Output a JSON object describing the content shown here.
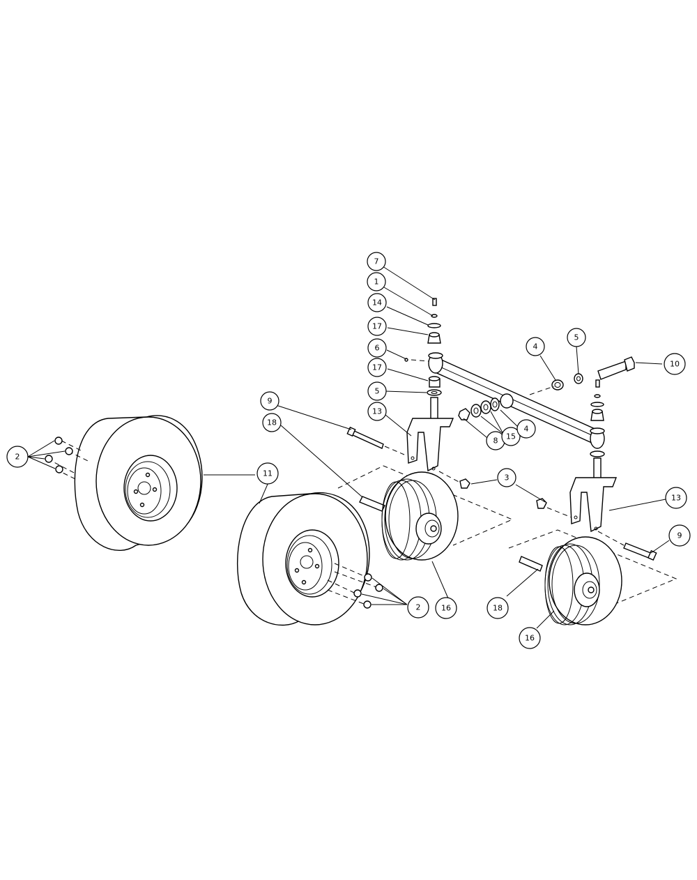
{
  "callouts": [
    {
      "id": "c7",
      "label": "7"
    },
    {
      "id": "c1",
      "label": "1"
    },
    {
      "id": "c14",
      "label": "14"
    },
    {
      "id": "c17a",
      "label": "17"
    },
    {
      "id": "c6",
      "label": "6"
    },
    {
      "id": "c17b",
      "label": "17"
    },
    {
      "id": "c5a",
      "label": "5"
    },
    {
      "id": "c13a",
      "label": "13"
    },
    {
      "id": "c9a",
      "label": "9"
    },
    {
      "id": "c18a",
      "label": "18"
    },
    {
      "id": "c4a",
      "label": "4"
    },
    {
      "id": "c5b",
      "label": "5"
    },
    {
      "id": "c10",
      "label": "10"
    },
    {
      "id": "c8",
      "label": "8"
    },
    {
      "id": "c15",
      "label": "15"
    },
    {
      "id": "c4b",
      "label": "4"
    },
    {
      "id": "c3",
      "label": "3"
    },
    {
      "id": "c13b",
      "label": "13"
    },
    {
      "id": "c9b",
      "label": "9"
    },
    {
      "id": "c18b",
      "label": "18"
    },
    {
      "id": "c16a",
      "label": "16"
    },
    {
      "id": "c16b",
      "label": "16"
    },
    {
      "id": "c2a",
      "label": "2"
    },
    {
      "id": "c11",
      "label": "11"
    },
    {
      "id": "c2b",
      "label": "2"
    }
  ]
}
